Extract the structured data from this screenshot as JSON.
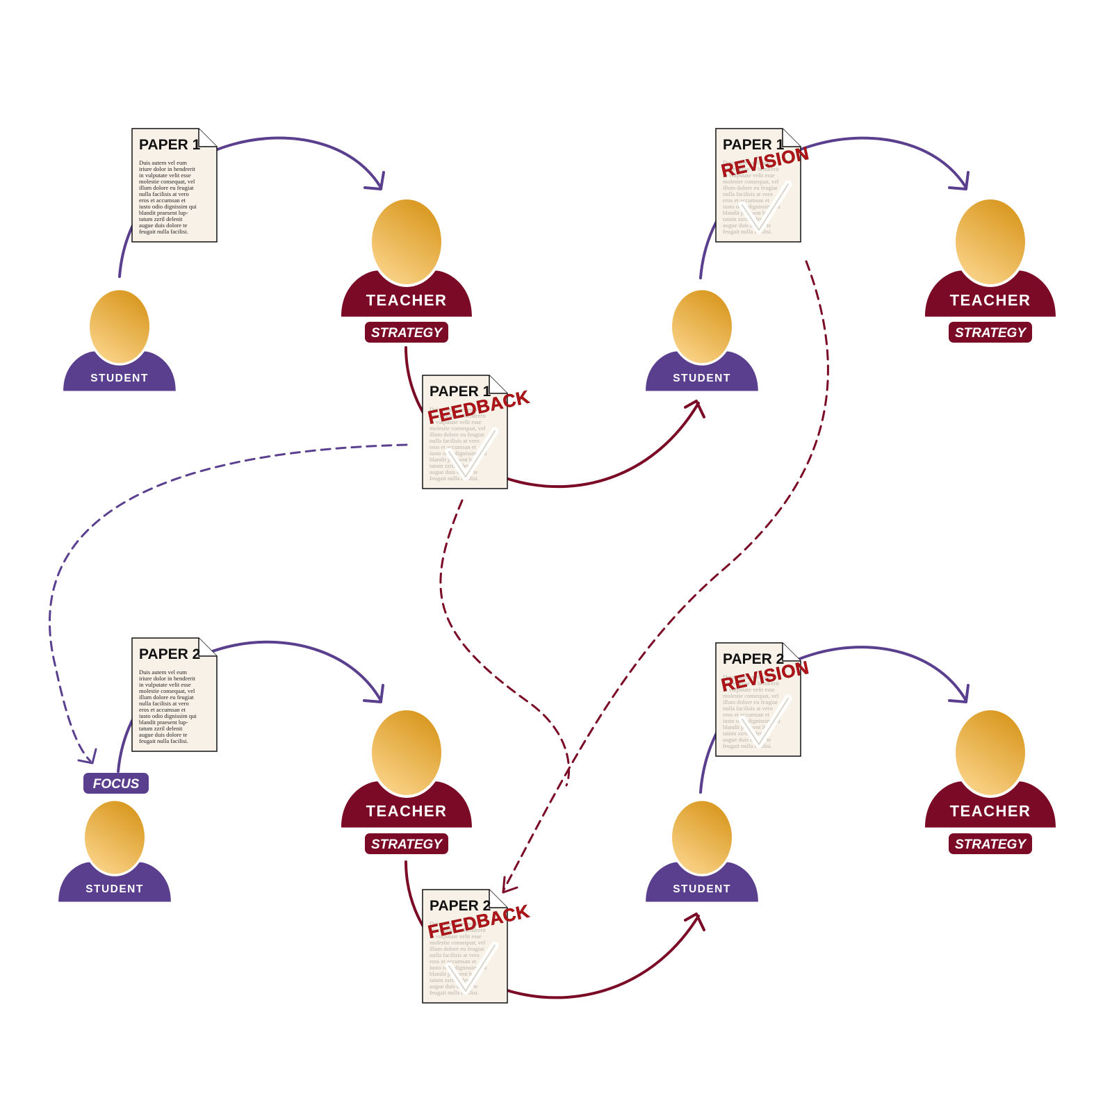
{
  "colors": {
    "student": "#5b3f8f",
    "teacher": "#7a0a26",
    "head_top": "#d8961c",
    "head_bottom": "#fbd58c",
    "paper": "#f8f1e8",
    "stamp": "#b01418"
  },
  "icons": {
    "person": "person-bust-icon",
    "document": "document-page-icon",
    "check": "check-mark-icon"
  },
  "roles": {
    "student": "STUDENT",
    "teacher": "TEACHER"
  },
  "tags": {
    "strategy": "STRATEGY",
    "focus": "FOCUS"
  },
  "stamps": {
    "feedback": "FEEDBACK",
    "revision": "REVISION"
  },
  "papers": {
    "paper1": "PAPER 1",
    "paper2": "PAPER 2"
  },
  "lorem_lines": [
    "Duis autem vel eum",
    "iriure dolor in hendrerit",
    "in vulputate velit esse",
    "molestie consequat, vel",
    "illum dolore eu feugiat",
    "nulla facilisis at vero",
    "eros et accumsan et",
    "iusto odio dignissim qui",
    "blandit praesent lup-",
    "tatum zzril delenit",
    "augue duis dolore te",
    "feugait nulla facilisi."
  ]
}
